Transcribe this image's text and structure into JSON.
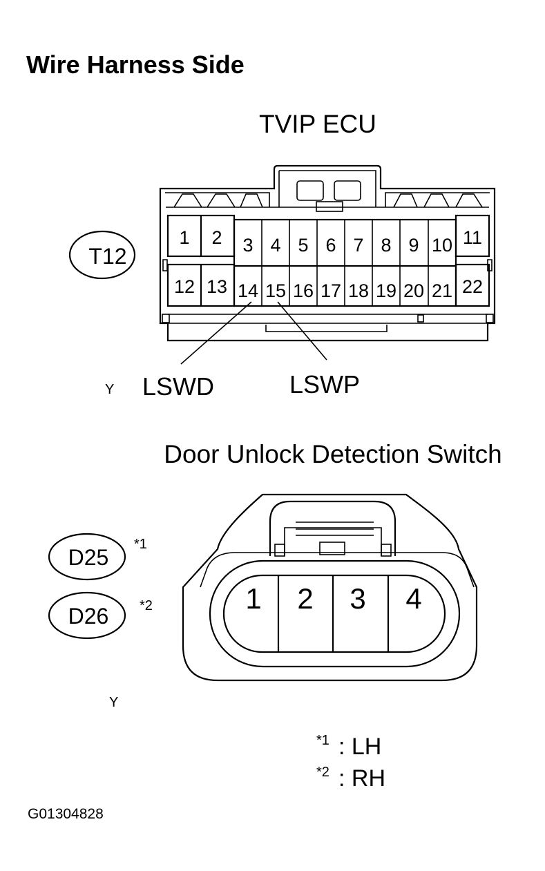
{
  "heading": "Wire Harness Side",
  "ecu_connector": {
    "title": "TVIP ECU",
    "code": "T12",
    "top_row": [
      "1",
      "2",
      "3",
      "4",
      "5",
      "6",
      "7",
      "8",
      "9",
      "10",
      "11"
    ],
    "bottom_row": [
      "12",
      "13",
      "14",
      "15",
      "16",
      "17",
      "18",
      "19",
      "20",
      "21",
      "22"
    ],
    "color_mark": "Y",
    "signals": [
      {
        "label": "LSWD",
        "pin": "14"
      },
      {
        "label": "LSWP",
        "pin": "15"
      }
    ]
  },
  "switch_connector": {
    "title": "Door Unlock Detection Switch",
    "codes": [
      {
        "code": "D25",
        "note": "*1"
      },
      {
        "code": "D26",
        "note": "*2"
      }
    ],
    "pins": [
      "1",
      "2",
      "3",
      "4"
    ],
    "color_mark": "Y"
  },
  "legend": [
    {
      "mark": "*1",
      "text": ": LH"
    },
    {
      "mark": "*2",
      "text": ": RH"
    }
  ],
  "figure_id": "G01304828"
}
